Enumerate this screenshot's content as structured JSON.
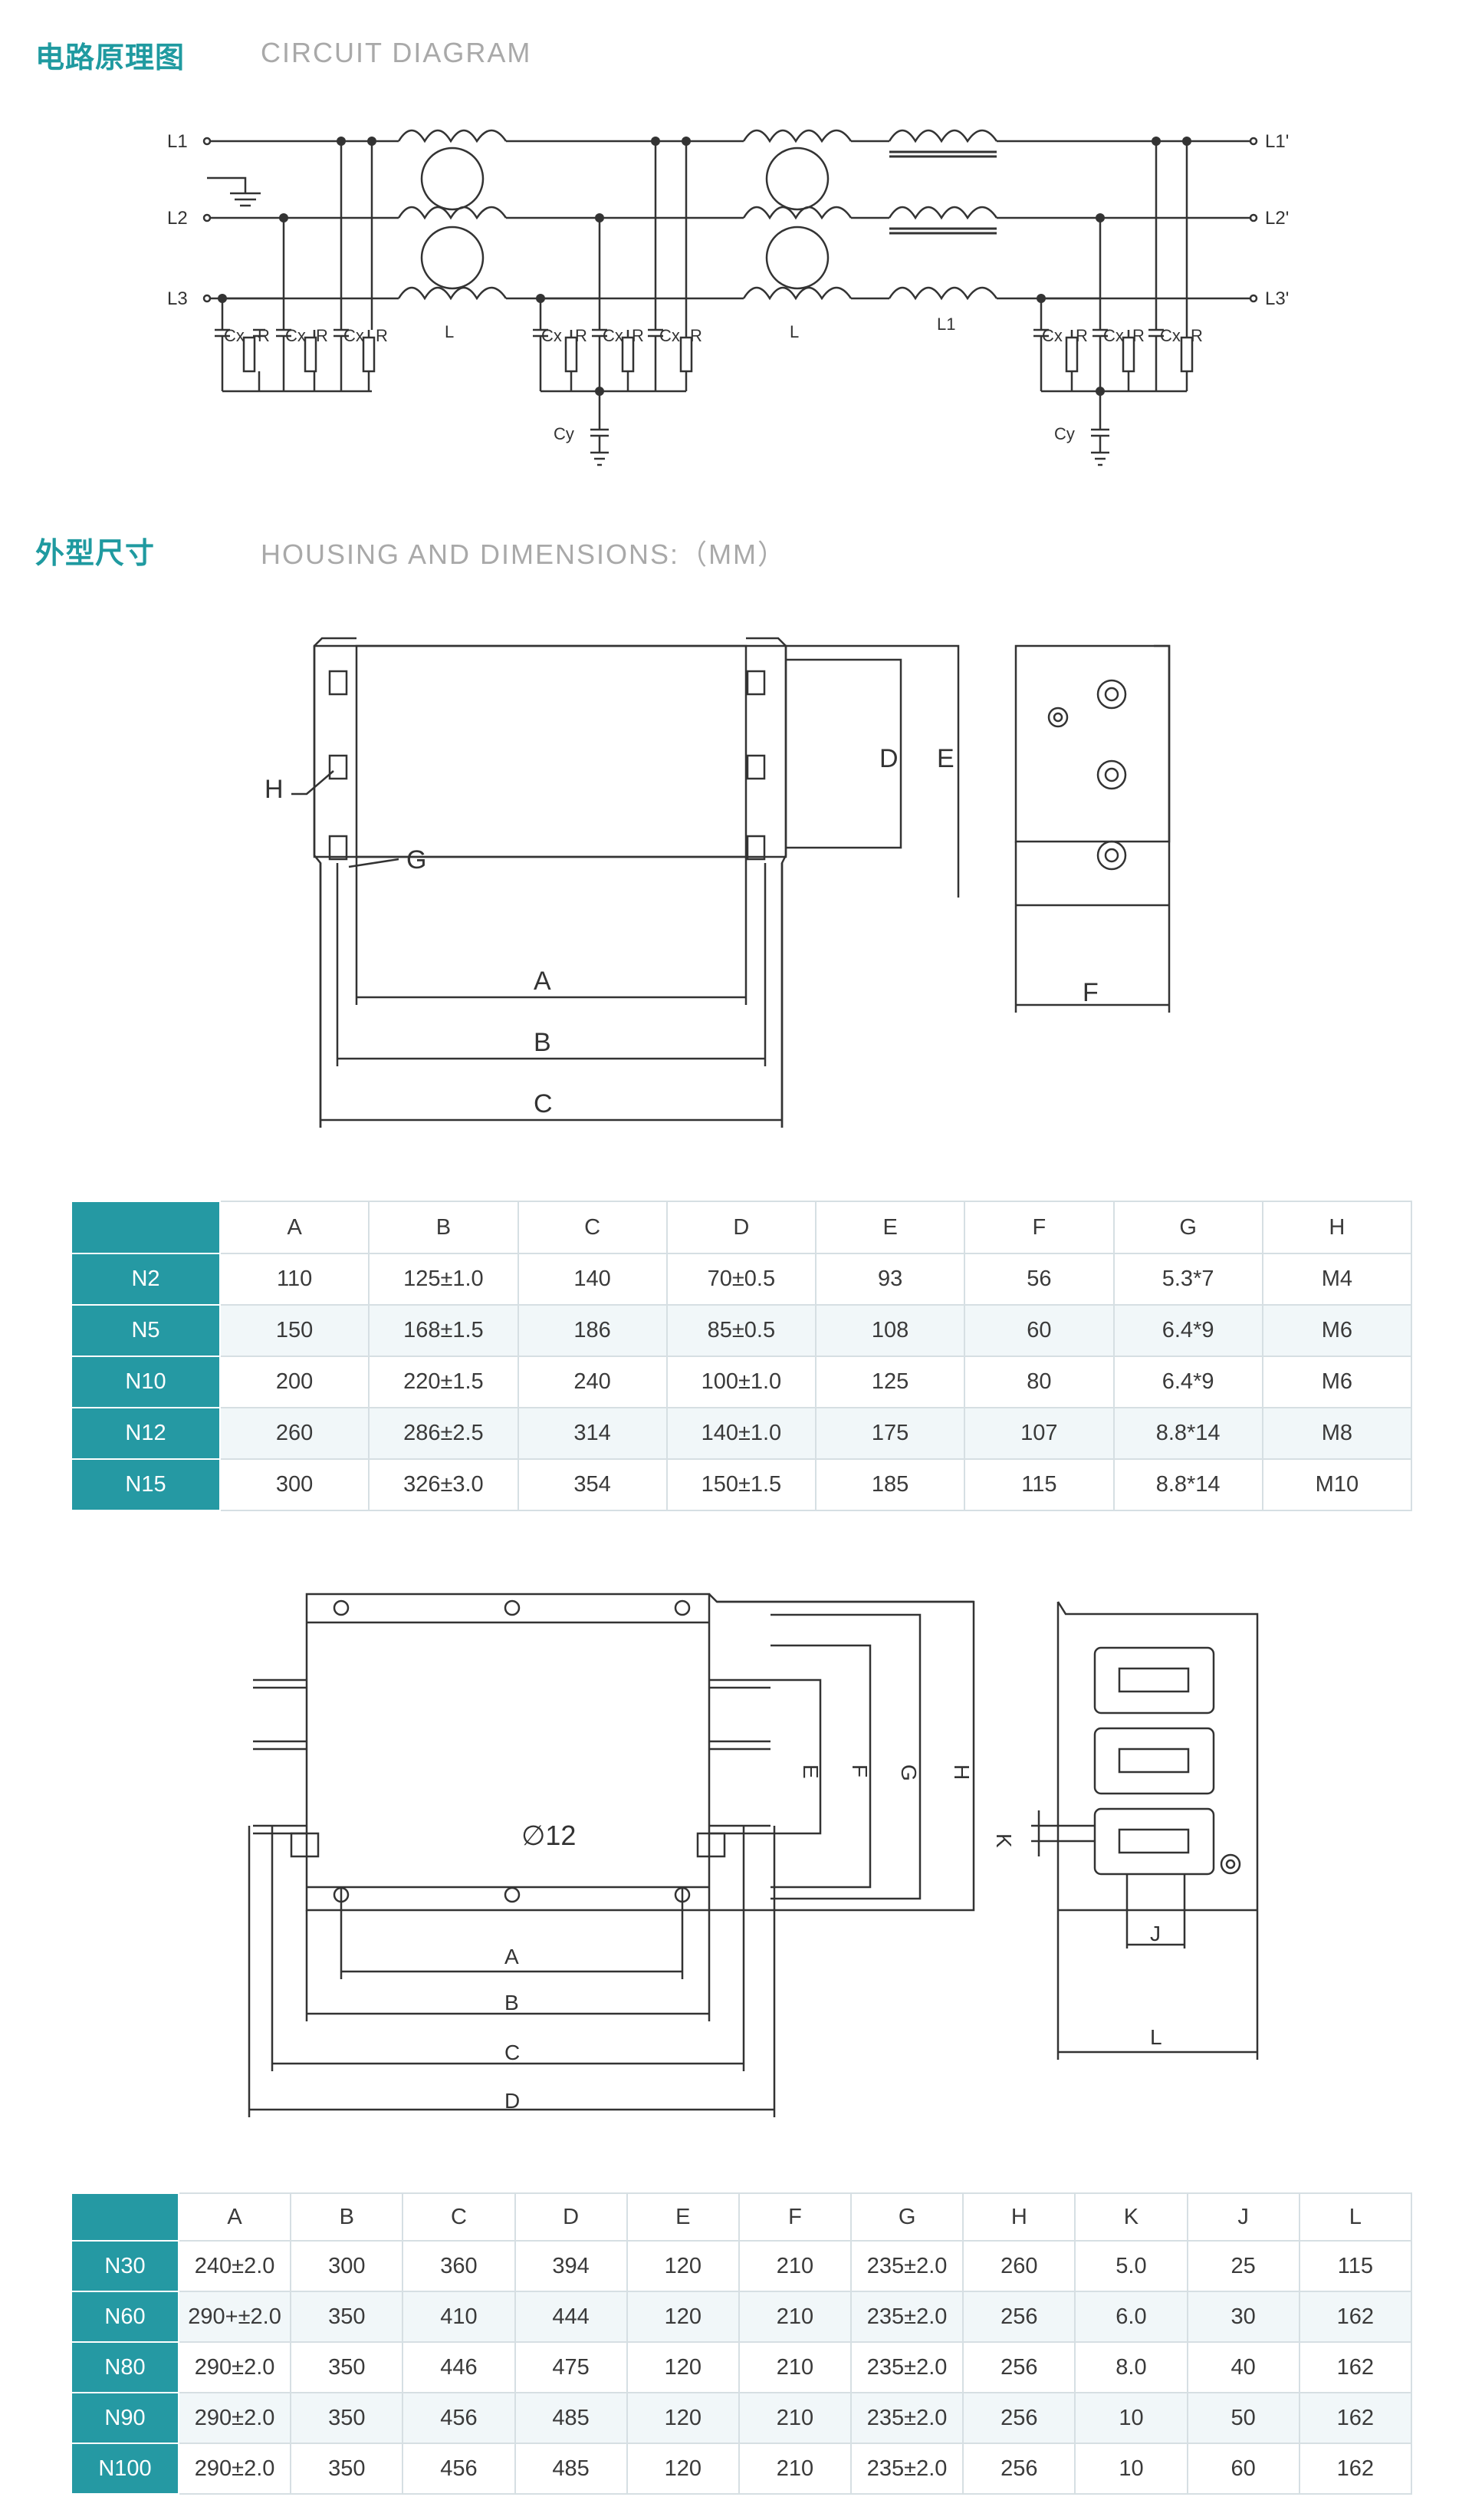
{
  "sections": {
    "circuit": {
      "title_cn": "电路原理图",
      "title_en": "CIRCUIT DIAGRAM"
    },
    "housing": {
      "title_cn": "外型尺寸",
      "title_en": "HOUSING AND DIMENSIONS:（MM）"
    }
  },
  "circuit_labels": {
    "left": [
      "L1",
      "L2",
      "L3"
    ],
    "right": [
      "L1'",
      "L2'",
      "L3'"
    ],
    "cx": "Cx",
    "r": "R",
    "cy": "Cy",
    "l": "L",
    "l1": "L1"
  },
  "drawing1_labels": {
    "A": "A",
    "B": "B",
    "C": "C",
    "D": "D",
    "E": "E",
    "F": "F",
    "G": "G",
    "H": "H"
  },
  "drawing2_labels": {
    "A": "A",
    "B": "B",
    "C": "C",
    "D": "D",
    "E": "E",
    "F": "F",
    "G": "G",
    "H": "H",
    "K": "K",
    "J": "J",
    "L": "L",
    "dia": "∅12"
  },
  "table1": {
    "headers": [
      "A",
      "B",
      "C",
      "D",
      "E",
      "F",
      "G",
      "H"
    ],
    "rows": [
      {
        "model": "N2",
        "cells": [
          "110",
          "125±1.0",
          "140",
          "70±0.5",
          "93",
          "56",
          "5.3*7",
          "M4"
        ]
      },
      {
        "model": "N5",
        "cells": [
          "150",
          "168±1.5",
          "186",
          "85±0.5",
          "108",
          "60",
          "6.4*9",
          "M6"
        ]
      },
      {
        "model": "N10",
        "cells": [
          "200",
          "220±1.5",
          "240",
          "100±1.0",
          "125",
          "80",
          "6.4*9",
          "M6"
        ]
      },
      {
        "model": "N12",
        "cells": [
          "260",
          "286±2.5",
          "314",
          "140±1.0",
          "175",
          "107",
          "8.8*14",
          "M8"
        ]
      },
      {
        "model": "N15",
        "cells": [
          "300",
          "326±3.0",
          "354",
          "150±1.5",
          "185",
          "115",
          "8.8*14",
          "M10"
        ]
      }
    ]
  },
  "table2": {
    "headers": [
      "A",
      "B",
      "C",
      "D",
      "E",
      "F",
      "G",
      "H",
      "K",
      "J",
      "L"
    ],
    "rows": [
      {
        "model": "N30",
        "cells": [
          "240±2.0",
          "300",
          "360",
          "394",
          "120",
          "210",
          "235±2.0",
          "260",
          "5.0",
          "25",
          "115"
        ]
      },
      {
        "model": "N60",
        "cells": [
          "290+±2.0",
          "350",
          "410",
          "444",
          "120",
          "210",
          "235±2.0",
          "256",
          "6.0",
          "30",
          "162"
        ]
      },
      {
        "model": "N80",
        "cells": [
          "290±2.0",
          "350",
          "446",
          "475",
          "120",
          "210",
          "235±2.0",
          "256",
          "8.0",
          "40",
          "162"
        ]
      },
      {
        "model": "N90",
        "cells": [
          "290±2.0",
          "350",
          "456",
          "485",
          "120",
          "210",
          "235±2.0",
          "256",
          "10",
          "50",
          "162"
        ]
      },
      {
        "model": "N100",
        "cells": [
          "290±2.0",
          "350",
          "456",
          "485",
          "120",
          "210",
          "235±2.0",
          "256",
          "10",
          "60",
          "162"
        ]
      }
    ]
  }
}
